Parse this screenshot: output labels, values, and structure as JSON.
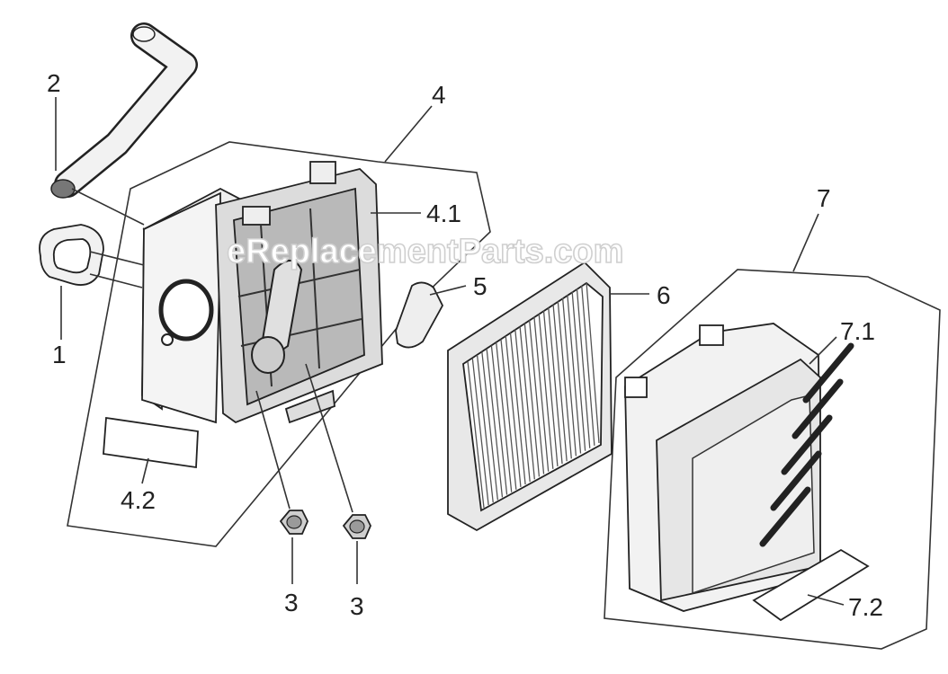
{
  "watermark": "eReplacementParts.com",
  "callouts": {
    "c1": "1",
    "c2": "2",
    "c3a": "3",
    "c3b": "3",
    "c4": "4",
    "c4_1": "4.1",
    "c4_2": "4.2",
    "c5": "5",
    "c6": "6",
    "c7": "7",
    "c7_1": "7.1",
    "c7_2": "7.2"
  }
}
